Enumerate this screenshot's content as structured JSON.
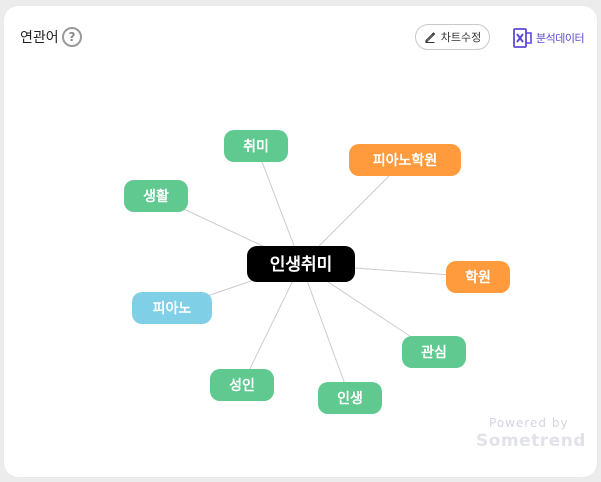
{
  "header": {
    "title": "연관어",
    "help_glyph": "?",
    "edit_button_label": "차트수정",
    "excel_button_label": "분석데이터"
  },
  "colors": {
    "green": "#5fc98f",
    "orange": "#ff9b3d",
    "blue": "#7fd0e6",
    "center": "#000000",
    "edge": "#cccccc",
    "excel_purple": "#5c4ad6"
  },
  "network": {
    "center": "인생취미",
    "nodes": [
      {
        "label": "취미",
        "color": "green"
      },
      {
        "label": "피아노학원",
        "color": "orange"
      },
      {
        "label": "생활",
        "color": "green"
      },
      {
        "label": "학원",
        "color": "orange"
      },
      {
        "label": "피아노",
        "color": "blue"
      },
      {
        "label": "관심",
        "color": "green"
      },
      {
        "label": "성인",
        "color": "green"
      },
      {
        "label": "인생",
        "color": "green"
      }
    ]
  },
  "watermark": {
    "powered_by": "Powered by",
    "brand": "Sometrend"
  }
}
